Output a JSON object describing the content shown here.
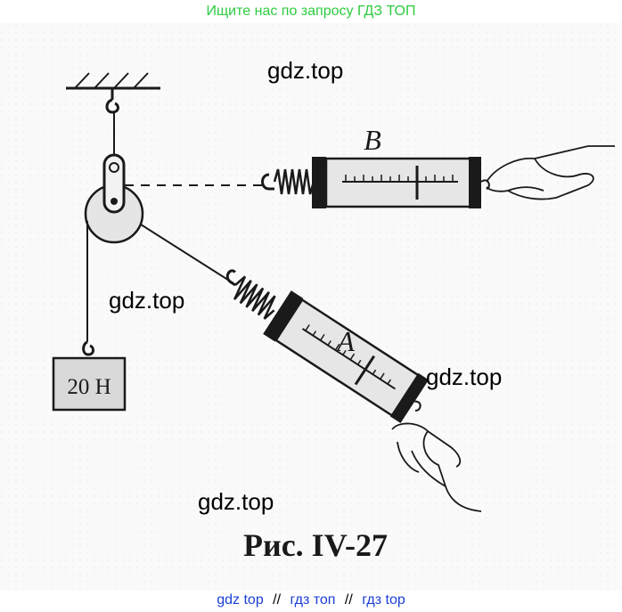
{
  "header": {
    "text": "Ищите нас по запросу ГДЗ ТОП"
  },
  "figure": {
    "caption": "Рис. IV-27",
    "weight_label": "20 Н",
    "dynamometer_a_label": "A",
    "dynamometer_b_label": "B"
  },
  "watermarks": [
    "gdz.top",
    "gdz.top",
    "gdz.top",
    "gdz.top"
  ],
  "footer": {
    "items": [
      "gdz top",
      "//",
      "гдз топ",
      "//",
      "гдз top"
    ]
  },
  "colors": {
    "accent": "#2ecc40",
    "link": "#1a3fd6",
    "ink": "#1a1a1a",
    "paper": "#e0e0e0"
  }
}
